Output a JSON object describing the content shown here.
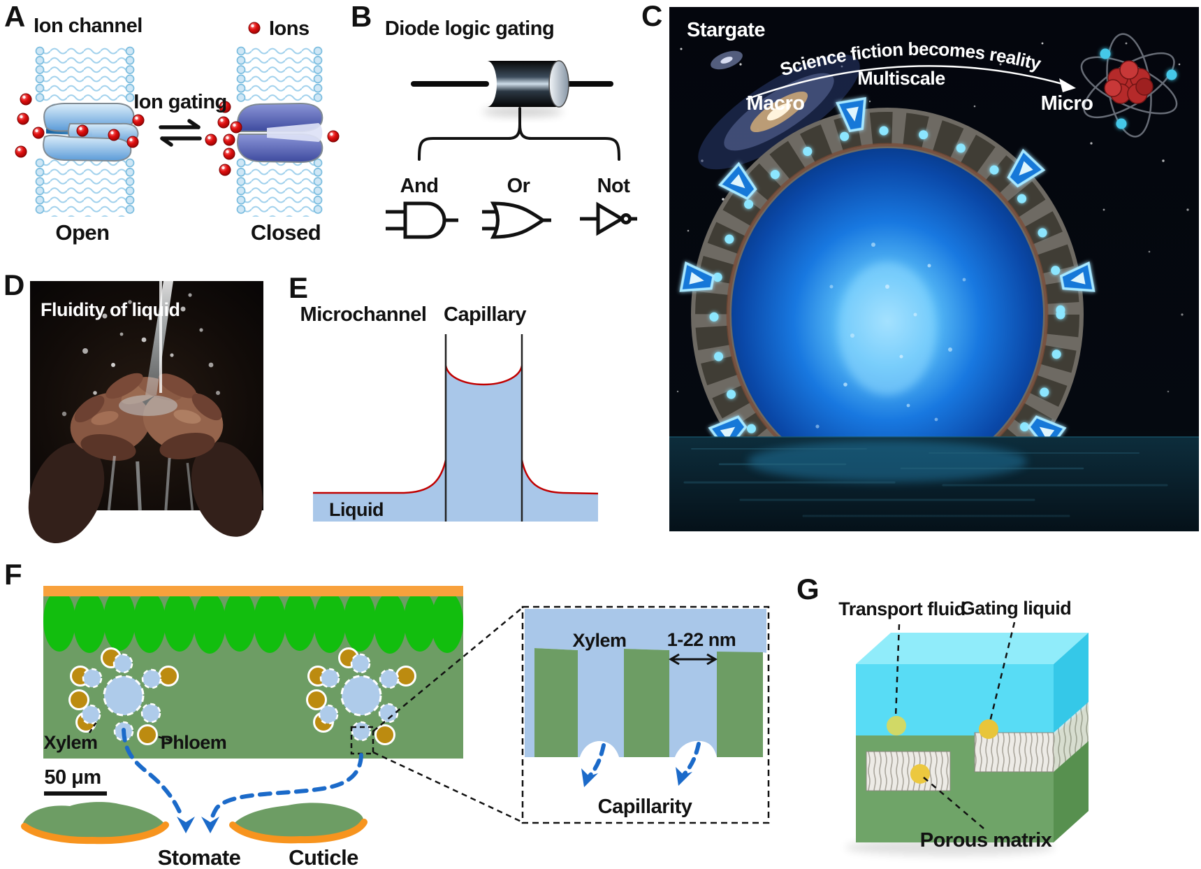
{
  "panelA": {
    "letter": "A",
    "title": "Ion channel",
    "ions_label": "Ions",
    "gating_label": "Ion gating",
    "open_label": "Open",
    "closed_label": "Closed"
  },
  "panelB": {
    "letter": "B",
    "title": "Diode logic gating",
    "and_label": "And",
    "or_label": "Or",
    "not_label": "Not"
  },
  "panelC": {
    "letter": "C",
    "name_label": "Stargate",
    "arc_text": "Science fiction becomes reality",
    "multiscale_label": "Multiscale",
    "macro_label": "Macro",
    "micro_label": "Micro"
  },
  "panelD": {
    "letter": "D",
    "caption": "Fluidity of liquid"
  },
  "panelE": {
    "letter": "E",
    "microchannel_label": "Microchannel",
    "capillary_label": "Capillary",
    "liquid_label": "Liquid"
  },
  "panelF": {
    "letter": "F",
    "xylem_label": "Xylem",
    "phloem_label": "Phloem",
    "scale_label": "50 μm",
    "stomate_label": "Stomate",
    "cuticle_label": "Cuticle",
    "inset_xylem_label": "Xylem",
    "inset_gap_label": "1-22 nm",
    "capillarity_label": "Capillarity"
  },
  "panelG": {
    "letter": "G",
    "transport_label": "Transport fluid",
    "gating_label": "Gating liquid",
    "porous_label": "Porous matrix"
  },
  "colors": {
    "ion_red": "#E01010",
    "membrane_blue": "#CFE7F6",
    "liquid_blue": "#A9C7E9",
    "meniscus_red": "#C00000",
    "leaf_green": "#6D9D64",
    "palisade_green": "#12BE0E",
    "cuticle_orange": "#F8A13C",
    "phloem_gold": "#BC8B10",
    "vein_blue": "#1B6AC9",
    "portal_blue": "#1E7FE8",
    "transport_cyan": "#58DCF5"
  }
}
